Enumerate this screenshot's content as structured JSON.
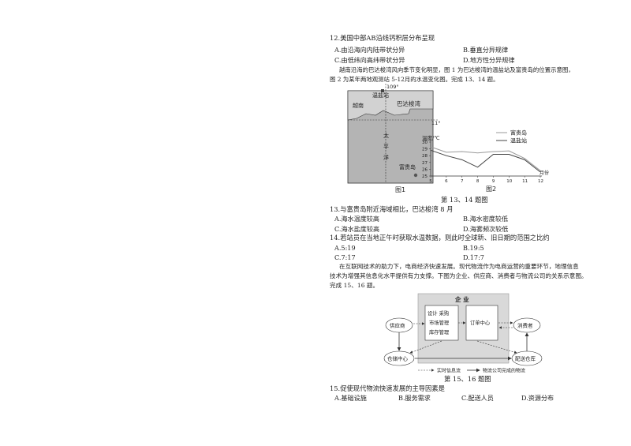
{
  "q12": {
    "stem": "12.美国中部AB沿线钙积层分布呈现",
    "options": [
      "A.由沿海向内陆带状分异",
      "B.垂直分异规律",
      "C.由低纬向高纬带状分异",
      "D.地方性分异规律"
    ]
  },
  "intro1": {
    "line1": "越南沿海的巴达梭湾风向季节变化明显，图 1 为巴达梭湾的温盐站及富贵岛的位置示意图，",
    "line2": "图 2 为某年两地观测站 5-12月的水温变化图。完成 13、14 题。"
  },
  "map": {
    "lon_label": "109°",
    "lat_label": "11°",
    "station_label": "温盐站",
    "vietnam_label": "越南",
    "bay_label": "巴达梭湾",
    "ocean_chars": [
      "太",
      "平",
      "洋"
    ],
    "island_label": "富贵岛",
    "caption": "图1"
  },
  "chart_data": {
    "type": "line",
    "ylabel": "温度/℃",
    "xlabel": "月份",
    "x": [
      5,
      6,
      7,
      8,
      9,
      10,
      11,
      12
    ],
    "yticks": [
      25,
      26,
      27,
      28,
      29,
      30
    ],
    "ylim": [
      25,
      30
    ],
    "series": [
      {
        "name": "富贵岛",
        "values": [
          29.3,
          28.5,
          28.6,
          28.4,
          28.6,
          28.7,
          27.6,
          25.8
        ]
      },
      {
        "name": "温盐站",
        "values": [
          28.8,
          28.0,
          27.4,
          26.3,
          28.2,
          28.2,
          27.4,
          25.6
        ]
      }
    ],
    "legend": "top-right",
    "caption": "图2"
  },
  "fig1314_caption": "第 13、14 题图",
  "q13": {
    "stem": "13.与富贵岛附近海域相比，巴达梭湾 8 月",
    "options": [
      "A.海水温度较高",
      "B.海水密度较低",
      "C.海水盐度较高",
      "D.海雾频次较低"
    ]
  },
  "q14": {
    "stem": "14.若站员在当地正午时获取水温数据，则此时全球新、旧日期的范围之比约",
    "options": [
      "A.5:19",
      "B.19:5",
      "C.7:17",
      "D.17:7"
    ]
  },
  "intro2": {
    "line1": "在互联网技术的助力下，电商经济快速发展。现代物流作为电商运营的重要环节，地理信息",
    "line2": "技术为增强其信息化水平提供有力支撑。下图为企业、供应商、消费者与物流公司的关系示意图。",
    "line3": "完成 15、16 题。"
  },
  "flow": {
    "enterprise": "企 业",
    "dept_lines": [
      "设计 采购",
      "市场管理",
      "库存管理"
    ],
    "order_center": "订单中心",
    "supplier": "供应商",
    "consumer": "消费者",
    "warehouse": "仓储中心",
    "distribution": "配送仓库",
    "legend_info": "实时信息流",
    "legend_logistics": "物流公司完成的物流"
  },
  "fig1516_caption": "第 15、16 题图",
  "q15": {
    "stem": "15.促使现代物流快速发展的主导因素是",
    "options": [
      "A.基础设施",
      "B.服务需求",
      "C.配送人员",
      "D.资源分布"
    ]
  }
}
